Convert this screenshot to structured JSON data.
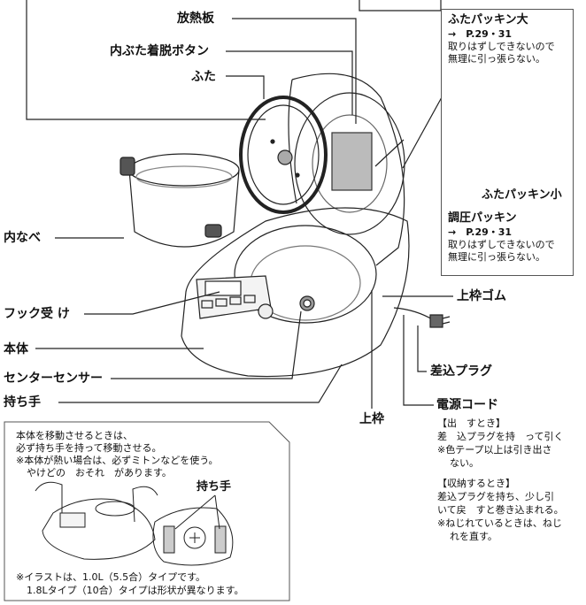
{
  "labels": {
    "heat_plate": "放熱板",
    "inner_lid_button": "内ぶた着脱ボタン",
    "lid": "ふた",
    "inner_pot": "内なべ",
    "hook_receiver": "フック受 け",
    "body": "本体",
    "center_sensor": "センターセンサー",
    "handle": "持ち手",
    "upper_frame_rubber": "上枠ゴム",
    "plug": "差込プラグ",
    "upper_frame": "上枠",
    "power_cord": "電源コード"
  },
  "inset_top": {
    "title_large": "ふたパッキン大",
    "ref1": "→　P.29・31",
    "note1_line1": "取りはずしできないので",
    "note1_line2": "無理に引っ張らない。",
    "label_small": "ふたパッキン小",
    "title_pressure": "調圧パッキン",
    "ref2": "→　P.29・31",
    "note2_line1": "取りはずしできないので",
    "note2_line2": "無理に引っ張らない。"
  },
  "cord_notes": {
    "pull_head": "【出　すとき】",
    "pull_line1": "差　込プラグを持　って引く",
    "pull_line2": "※色テープ以上は引き出さ",
    "pull_line3": "ない。",
    "store_head": "【収納するとき】",
    "store_line1": "差込プラグを持ち、少し引",
    "store_line2": "いて戻　すと巻き込まれる。",
    "store_line3": "※ねじれているときは、ねじ",
    "store_line4": "れを直す。"
  },
  "bottom_box": {
    "line1": "本体を移動させるときは、",
    "line2": "必ず持ち手を持って移動させる。",
    "line3": "※本体が熱い場合は、必ずミトンなどを使う。",
    "line4": "やけどの　おそれ　があります。",
    "handle_label": "持ち手",
    "foot1": "※イラストは、1.0L（5.5合）タイプです。",
    "foot2": "1.8Lタイプ（10合）タイプは形状が異なります。"
  },
  "icons": [
    "rice-cooker-illustration",
    "inner-pot-illustration",
    "lid-underside-illustration",
    "carry-hands-illustration",
    "underside-handle-illustration"
  ]
}
